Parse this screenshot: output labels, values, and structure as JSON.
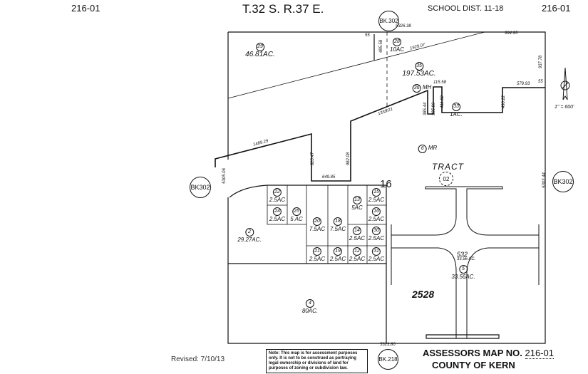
{
  "header": {
    "map_no_left": "216-01",
    "township": "T.32 S. R.37 E.",
    "school_dist": "SCHOOL DIST. 11-18",
    "map_no_right": "216-01"
  },
  "book_refs": {
    "top": "BK.302",
    "left": "BK302",
    "right": "BK302",
    "bottom": "BK.218"
  },
  "section": "16",
  "dimensions": [
    "5326.38",
    "55",
    "485.58",
    "994.95",
    "1929.07",
    "937.78",
    "55",
    "579.93",
    "115.58",
    "1339.21",
    "385.44",
    "385.89",
    "411.82",
    "490.22",
    "1489.29",
    "820.47",
    "982.08",
    "649.85",
    "5305.06",
    "5303.44",
    "5323.80"
  ],
  "parcels": [
    {
      "num": "29",
      "area": "46.81AC."
    },
    {
      "num": "28",
      "area": "10AC"
    },
    {
      "num": "35",
      "area": "197.53AC."
    },
    {
      "num": "36",
      "area": "MH"
    },
    {
      "num": "33",
      "area": "1AC."
    },
    {
      "num": "6",
      "area": "MR"
    },
    {
      "num": "22",
      "area": "2.5AC"
    },
    {
      "num": "24",
      "area": "2.5AC"
    },
    {
      "num": "25",
      "area": "5 AC"
    },
    {
      "num": "20",
      "area": "7.5AC"
    },
    {
      "num": "18",
      "area": "7.5AC"
    },
    {
      "num": "13",
      "area": "5AC"
    },
    {
      "num": "15",
      "area": "2.5AC"
    },
    {
      "num": "16",
      "area": "2.5AC"
    },
    {
      "num": "14",
      "area": "2.5AC"
    },
    {
      "num": "30",
      "area": "2.5AC"
    },
    {
      "num": "21",
      "area": "2.5AC"
    },
    {
      "num": "19",
      "area": "2.5AC"
    },
    {
      "num": "12",
      "area": "2.5AC"
    },
    {
      "num": "31",
      "area": "2.5AC"
    },
    {
      "num": "2",
      "area": "29.27AC."
    },
    {
      "num": "5",
      "area": "33.56AC."
    },
    {
      "num": "4",
      "area": "80AC."
    }
  ],
  "tract": {
    "label": "TRACT",
    "num": "02",
    "lot": "532",
    "lot_area": "33.56 AC.",
    "tract_no": "2528"
  },
  "scale": "1\" = 600'",
  "north_arrow_label": "N",
  "revised": "Revised: 7/10/13",
  "note": "Note: This map is for assessment purposes only. It is not to be construed as portraying legal ownership or divisions of land for purposes of zoning or subdivision law.",
  "footer": {
    "assessors_map": "ASSESSORS MAP NO.",
    "map_no": "216-01",
    "county": "COUNTY OF KERN"
  }
}
